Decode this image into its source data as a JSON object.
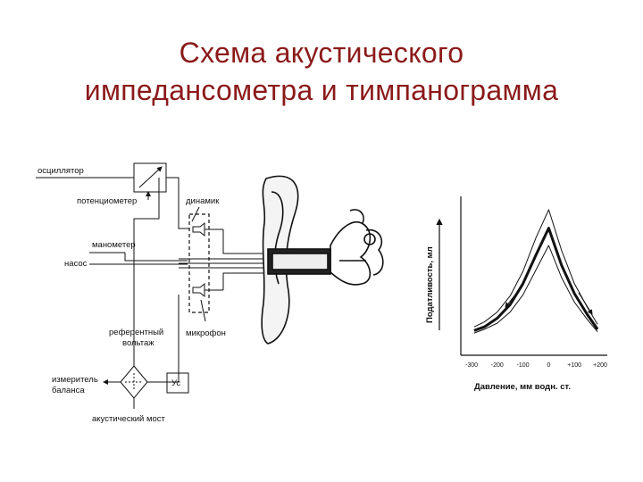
{
  "title": {
    "line1": "Схема акустического",
    "line2": "импедансометра и тимпанограмма"
  },
  "schematic": {
    "labels": {
      "oscillator": "осциллятор",
      "potentiometer": "потенциометер",
      "speaker": "динамик",
      "manometer": "манометер",
      "pump": "насос",
      "reference_voltage_1": "референтный",
      "reference_voltage_2": "вольтаж",
      "microphone": "микрофон",
      "balance_meter_1": "измеритель",
      "balance_meter_2": "баланса",
      "amplifier": "Ус",
      "acoustic_bridge": "акустический мост"
    }
  },
  "chart_data": {
    "type": "line",
    "xlabel": "Давление, мм водн. ст.",
    "ylabel": "Податливость, мл",
    "x_ticks": [
      "-300",
      "-200",
      "-100",
      "0",
      "+100",
      "+200"
    ],
    "xlim": [
      -300,
      200
    ],
    "series": [
      {
        "x": [
          -290,
          -250,
          -200,
          -150,
          -100,
          -50,
          0,
          50,
          100,
          150,
          190
        ],
        "y": [
          0.1,
          0.14,
          0.22,
          0.35,
          0.55,
          0.82,
          1.05,
          0.72,
          0.45,
          0.26,
          0.12
        ]
      },
      {
        "x": [
          -290,
          -250,
          -200,
          -150,
          -100,
          -50,
          0,
          50,
          100,
          150,
          190
        ],
        "y": [
          0.07,
          0.1,
          0.17,
          0.28,
          0.45,
          0.68,
          0.9,
          0.6,
          0.37,
          0.2,
          0.08
        ]
      },
      {
        "x": [
          -290,
          -250,
          -200,
          -150,
          -100,
          -50,
          0,
          50,
          100,
          150,
          190
        ],
        "y": [
          0.05,
          0.08,
          0.13,
          0.22,
          0.36,
          0.56,
          0.76,
          0.5,
          0.3,
          0.16,
          0.06
        ]
      }
    ]
  }
}
